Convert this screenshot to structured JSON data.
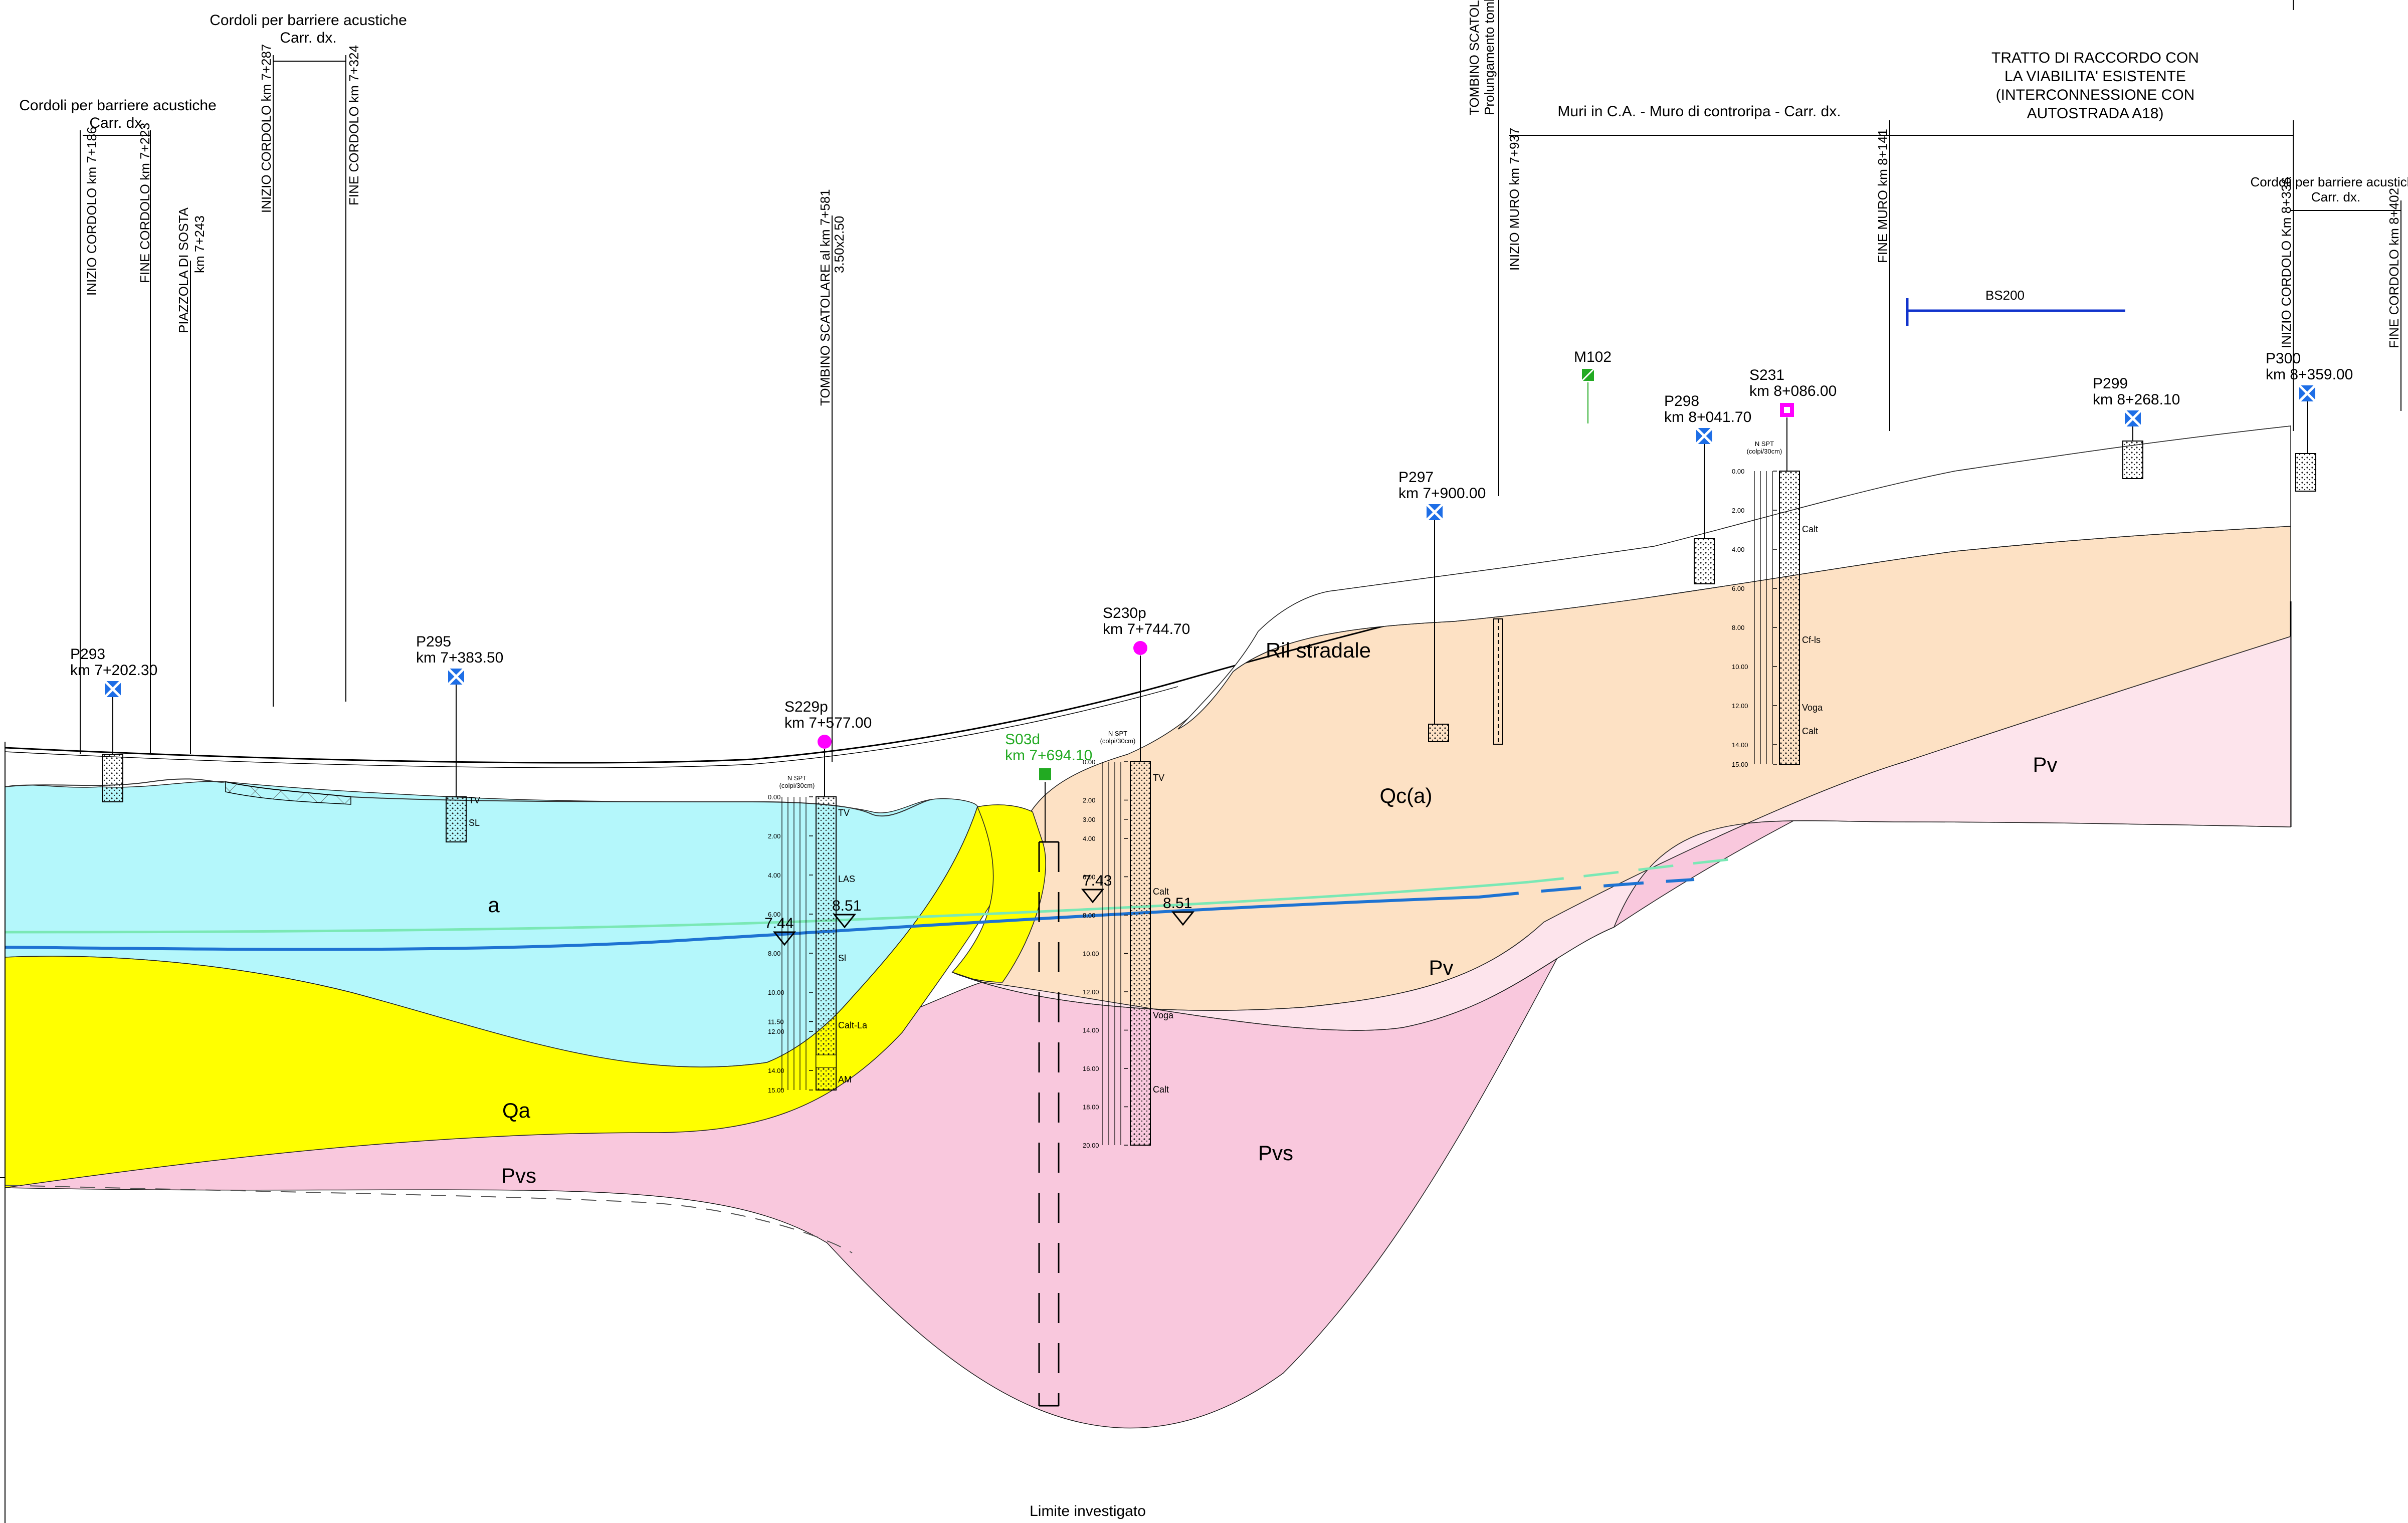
{
  "colors": {
    "unit_a": "#b4f7fb",
    "unit_Qa": "#ffff00",
    "unit_Pvs": "#f9c8dd",
    "unit_Pv": "#fde4ec",
    "unit_Qca": "#fde1c4",
    "groundwater_blue": "#1e73d2",
    "groundwater_green": "#7ae8b5",
    "boring_magenta": "#ff00ff",
    "boring_green": "#22aa22",
    "piezometer_blue": "#1e6ee6",
    "bs200_blue": "#1133cc"
  },
  "header": {
    "cordoli_left": {
      "title": "Cordoli per barriere acustiche",
      "side": "Carr. dx."
    },
    "cordoli_center": {
      "title": "Cordoli per barriere acustiche",
      "side": "Carr. dx."
    },
    "cordoli_right": {
      "title": "Cordoli per barriere acustiche",
      "side": "Carr. dx."
    },
    "muri": "Muri in C.A. - Muro di controripa  - Carr. dx.",
    "raccordo": [
      "TRATTO DI RACCORDO CON",
      "LA VIABILITA' ESISTENTE",
      "(INTERCONNESSIONE CON",
      "AUTOSTRADA A18)"
    ],
    "tombino_top": [
      "TOMBINO SCATOLARE",
      "Prolungamento tombino"
    ]
  },
  "vertical_labels": {
    "inizio_cordolo_1": "INIZIO CORDOLO km 7+186",
    "fine_cordolo_1": "FINE CORDOLO km 7+223",
    "piazzola": [
      "PIAZZOLA DI SOSTA",
      "km 7+243"
    ],
    "inizio_cordolo_2": "INIZIO CORDOLO km 7+287",
    "fine_cordolo_2": "FINE CORDOLO km 7+324",
    "tombino_mid": [
      "TOMBINO SCATOLARE al km 7+581",
      "3.50x2.50"
    ],
    "inizio_muro": "INIZIO MURO km 7+937",
    "fine_muro": "FINE MURO km 8+141",
    "inizio_cordolo_3": "INIZIO CORDOLO Km 8+336",
    "fine_cordolo_3": "FINE CORDOLO km 8+402"
  },
  "boreholes": [
    {
      "id": "P293",
      "km": "km 7+202.30",
      "type": "piezometer"
    },
    {
      "id": "P295",
      "km": "km 7+383.50",
      "type": "piezometer"
    },
    {
      "id": "S229p",
      "km": "km 7+577.00",
      "type": "borehole"
    },
    {
      "id": "S03d",
      "km": "km 7+694.10",
      "type": "borehole-green"
    },
    {
      "id": "S230p",
      "km": "km 7+744.70",
      "type": "borehole"
    },
    {
      "id": "P297",
      "km": "km 7+900.00",
      "type": "piezometer"
    },
    {
      "id": "M102",
      "km": "",
      "type": "marker"
    },
    {
      "id": "P298",
      "km": "km 8+041.70",
      "type": "piezometer"
    },
    {
      "id": "S231",
      "km": "km 8+086.00",
      "type": "borehole-square"
    },
    {
      "id": "P299",
      "km": "km 8+268.10",
      "type": "piezometer"
    },
    {
      "id": "P300",
      "km": "km 8+359.00",
      "type": "piezometer"
    }
  ],
  "units": {
    "a": "a",
    "Qa": "Qa",
    "Pvs_left": "Pvs",
    "Pvs_right": "Pvs",
    "Pv_center": "Pv",
    "Pv_right": "Pv",
    "Qca": "Qc(a)",
    "ril": "Ril stradale"
  },
  "water_levels": {
    "s229_green": "7.44",
    "s229_blue": "8.51",
    "s230_green": "7.43",
    "s230_blue": "8.51"
  },
  "misc": {
    "bs200": "BS200",
    "limite": "Limite investigato",
    "nspt_header": [
      "N SPT",
      "(colpi/30cm)"
    ]
  },
  "log_labels": {
    "s229": [
      "TV",
      "LAS",
      "Sl",
      "Calt-La",
      "AM"
    ],
    "s230": [
      "TV",
      "Calt",
      "Voga",
      "Calt"
    ],
    "s231": [
      "Calt",
      "Cf-ls",
      "Voga",
      "Calt"
    ],
    "p295": [
      "TV",
      "SL"
    ]
  },
  "depth_ticks": {
    "s229": [
      "0.00",
      "2.00",
      "4.00",
      "6.00",
      "8.00",
      "10.00",
      "11.50",
      "12.00",
      "14.00",
      "15.00"
    ],
    "s230": [
      "0.00",
      "2.00",
      "3.00",
      "4.00",
      "6.00",
      "8.00",
      "10.00",
      "12.00",
      "14.00",
      "16.00",
      "18.00",
      "20.00"
    ],
    "s231": [
      "0.00",
      "2.00",
      "4.00",
      "6.00",
      "8.00",
      "10.00",
      "12.00",
      "14.00",
      "15.00"
    ]
  }
}
